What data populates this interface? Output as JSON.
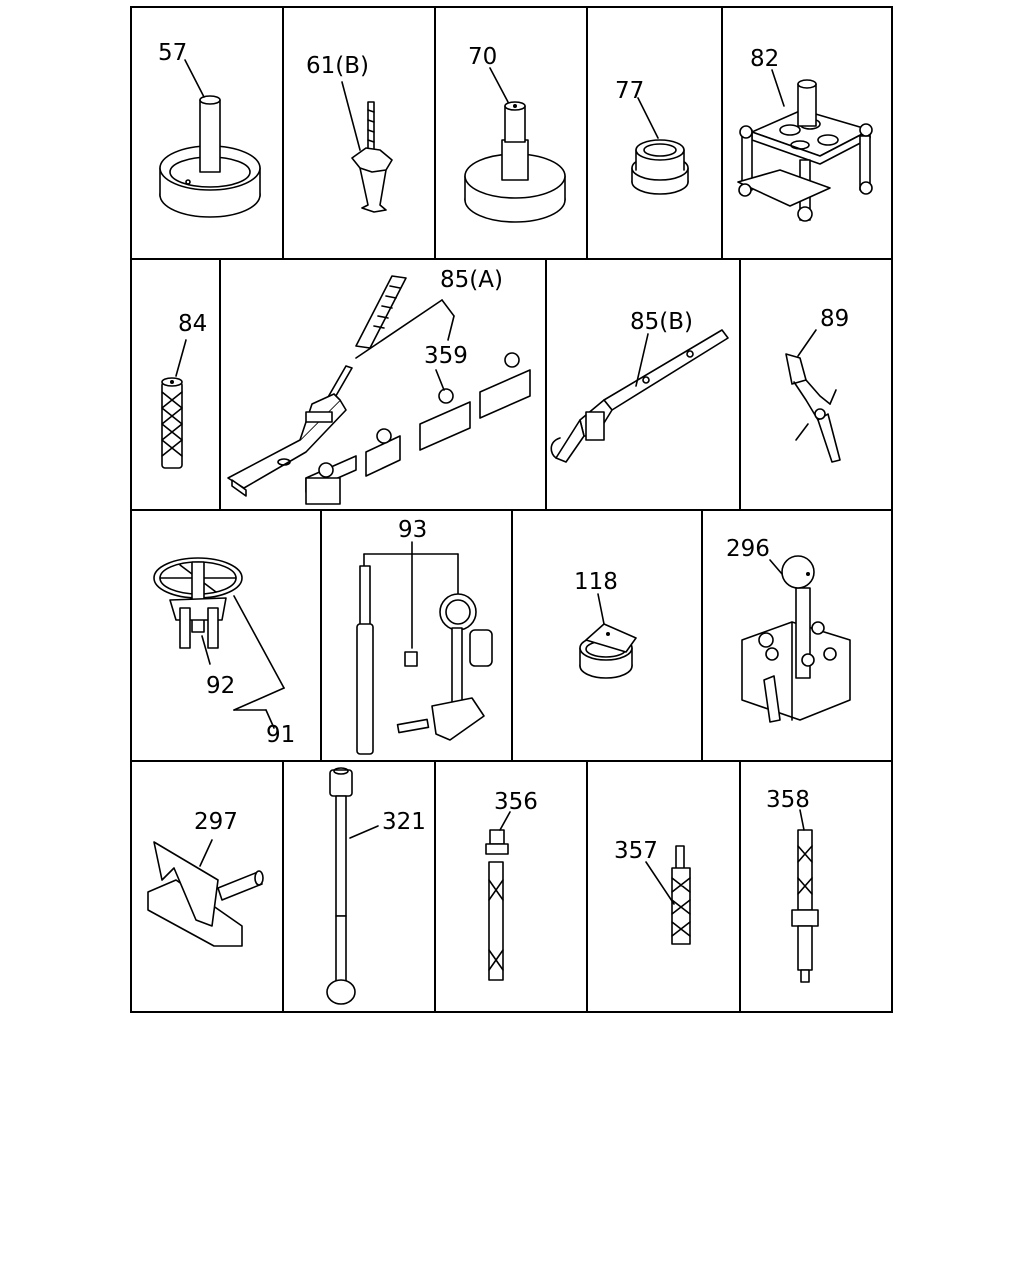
{
  "parts": [
    {
      "id": "p57",
      "label": "57"
    },
    {
      "id": "p61",
      "label": "61(B)"
    },
    {
      "id": "p70",
      "label": "70"
    },
    {
      "id": "p77",
      "label": "77"
    },
    {
      "id": "p82",
      "label": "82"
    },
    {
      "id": "p84",
      "label": "84"
    },
    {
      "id": "p85a",
      "label": "85(A)"
    },
    {
      "id": "p359",
      "label": "359"
    },
    {
      "id": "p85b",
      "label": "85(B)"
    },
    {
      "id": "p89",
      "label": "89"
    },
    {
      "id": "p92",
      "label": "92"
    },
    {
      "id": "p91",
      "label": "91"
    },
    {
      "id": "p93",
      "label": "93"
    },
    {
      "id": "p118",
      "label": "118"
    },
    {
      "id": "p296",
      "label": "296"
    },
    {
      "id": "p297",
      "label": "297"
    },
    {
      "id": "p321",
      "label": "321"
    },
    {
      "id": "p356",
      "label": "356"
    },
    {
      "id": "p357",
      "label": "357"
    },
    {
      "id": "p358",
      "label": "358"
    }
  ]
}
